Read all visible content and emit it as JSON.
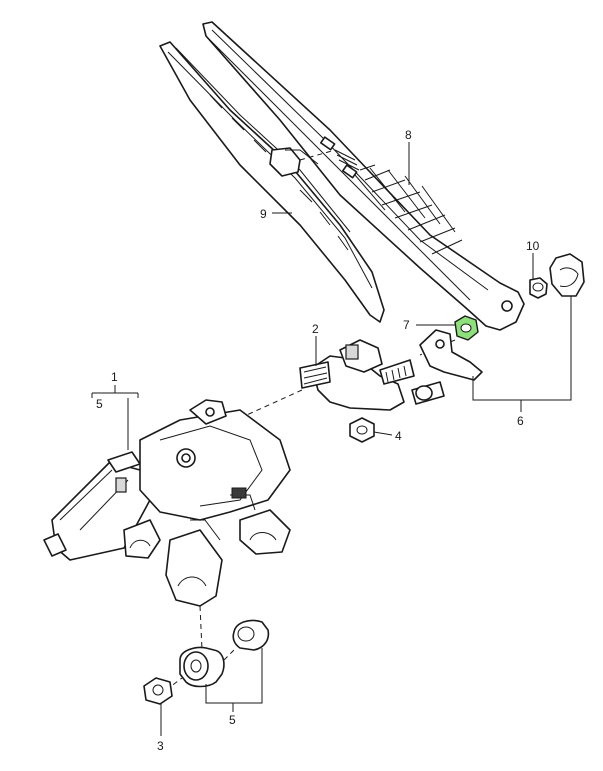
{
  "callouts": {
    "c1": "1",
    "c2": "2",
    "c3": "3",
    "c4": "4",
    "c5_left": "5",
    "c5_bottom": "5",
    "c6": "6",
    "c7": "7",
    "c8": "8",
    "c9": "9",
    "c10": "10"
  },
  "colors": {
    "line": "#1a1a1a",
    "highlight": "#8ee07a",
    "background": "#ffffff"
  }
}
